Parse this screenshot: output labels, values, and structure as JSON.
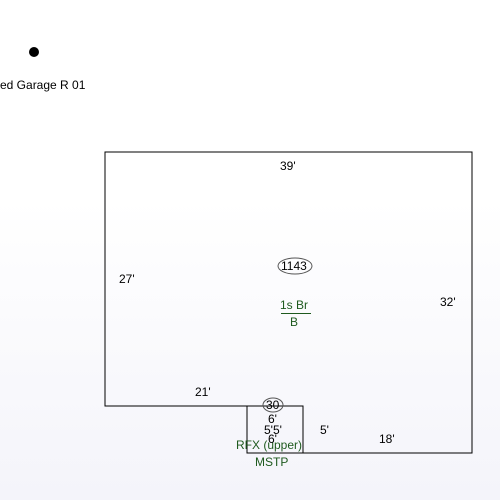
{
  "legend": {
    "text": "ed Garage R 01"
  },
  "main_area": {
    "dim_top": "39'",
    "dim_left": "27'",
    "dim_right": "32'",
    "dim_bottom_left": "21'",
    "area": "1143",
    "label_line1": "1s Br",
    "label_line2": "B"
  },
  "sub_area": {
    "area": "30",
    "dim_a": "6'",
    "dim_b": "5'5'",
    "dim_c": "6'",
    "dim_d": "5'",
    "dim_e": "18'",
    "label_line1": "RFX (upper)",
    "label_line2": "MSTP"
  },
  "colors": {
    "outline": "#000000",
    "label": "#1e5a1e"
  }
}
